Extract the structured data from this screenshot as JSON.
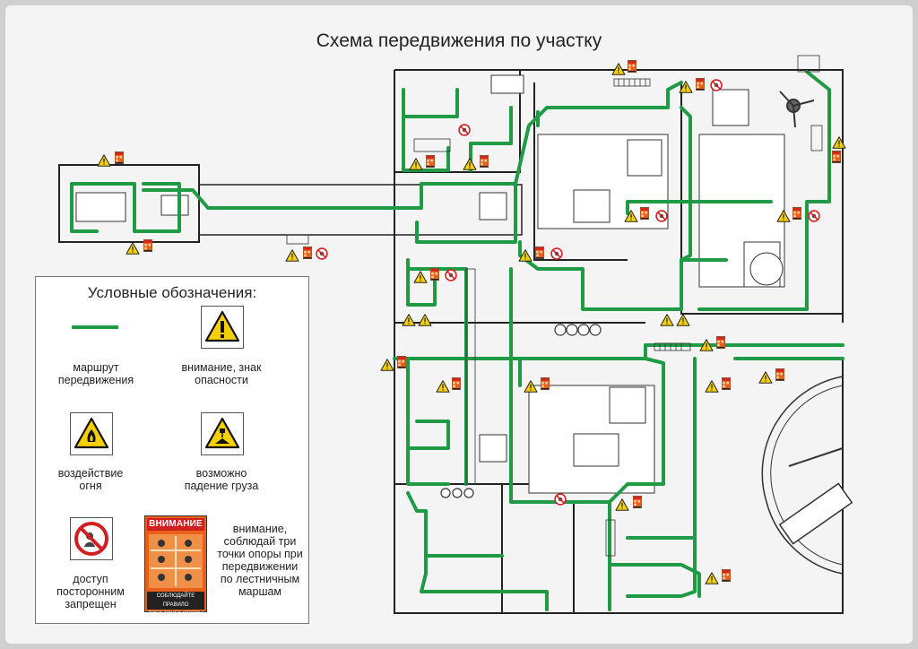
{
  "title": "Схема передвижения по участку",
  "legend": {
    "title": "Условные обозначения:",
    "items": [
      {
        "icon": "green-route-line",
        "caption": "маршрут передвижения",
        "color": "#1f9a45"
      },
      {
        "icon": "warning-triangle-icon",
        "caption": "внимание, знак опасности",
        "color": "#f5d000"
      },
      {
        "icon": "fire-warning-icon",
        "caption": "воздействие огня",
        "color": "#f5d000"
      },
      {
        "icon": "falling-load-icon",
        "caption": "возможно падение груза",
        "color": "#f5d000"
      },
      {
        "icon": "no-entry-icon",
        "caption": "доступ посторонним запрещен",
        "color": "#d21f1f"
      },
      {
        "icon": "three-point-poster-icon",
        "caption": "внимание, соблюдай три точки опоры при передвижении по лестничным маршам",
        "color": "#e8601a"
      }
    ],
    "poster": {
      "header": "ВНИМАНИЕ",
      "footer_line1": "СОБЛЮДАЙТЕ ПРАВИЛО",
      "footer_line2": "ТРЕХ ТОЧЕК ОПОРЫ"
    }
  },
  "colors": {
    "route": "#1f9a45",
    "walls": "#222222",
    "warning": "#f5d000",
    "prohibit": "#d21f1f",
    "poster": "#e8601a"
  }
}
